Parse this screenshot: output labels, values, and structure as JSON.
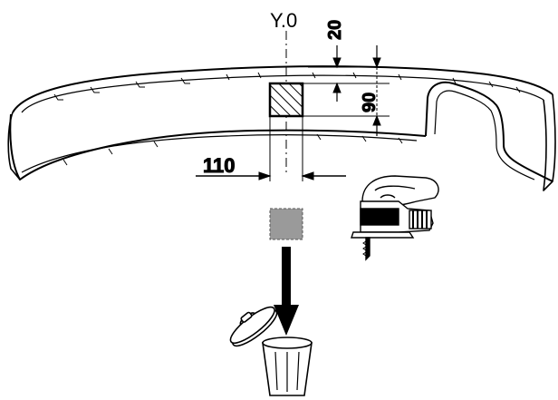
{
  "labels": {
    "axis": "Y.0",
    "dim_top": "20",
    "dim_height": "90",
    "dim_width": "110"
  },
  "colors": {
    "line": "#000000",
    "hatch_fill": "#ffffff",
    "cutout_fill": "#9a9a9a"
  },
  "icons": [
    "jigsaw-icon",
    "trash-bin-icon",
    "down-arrow-icon"
  ]
}
